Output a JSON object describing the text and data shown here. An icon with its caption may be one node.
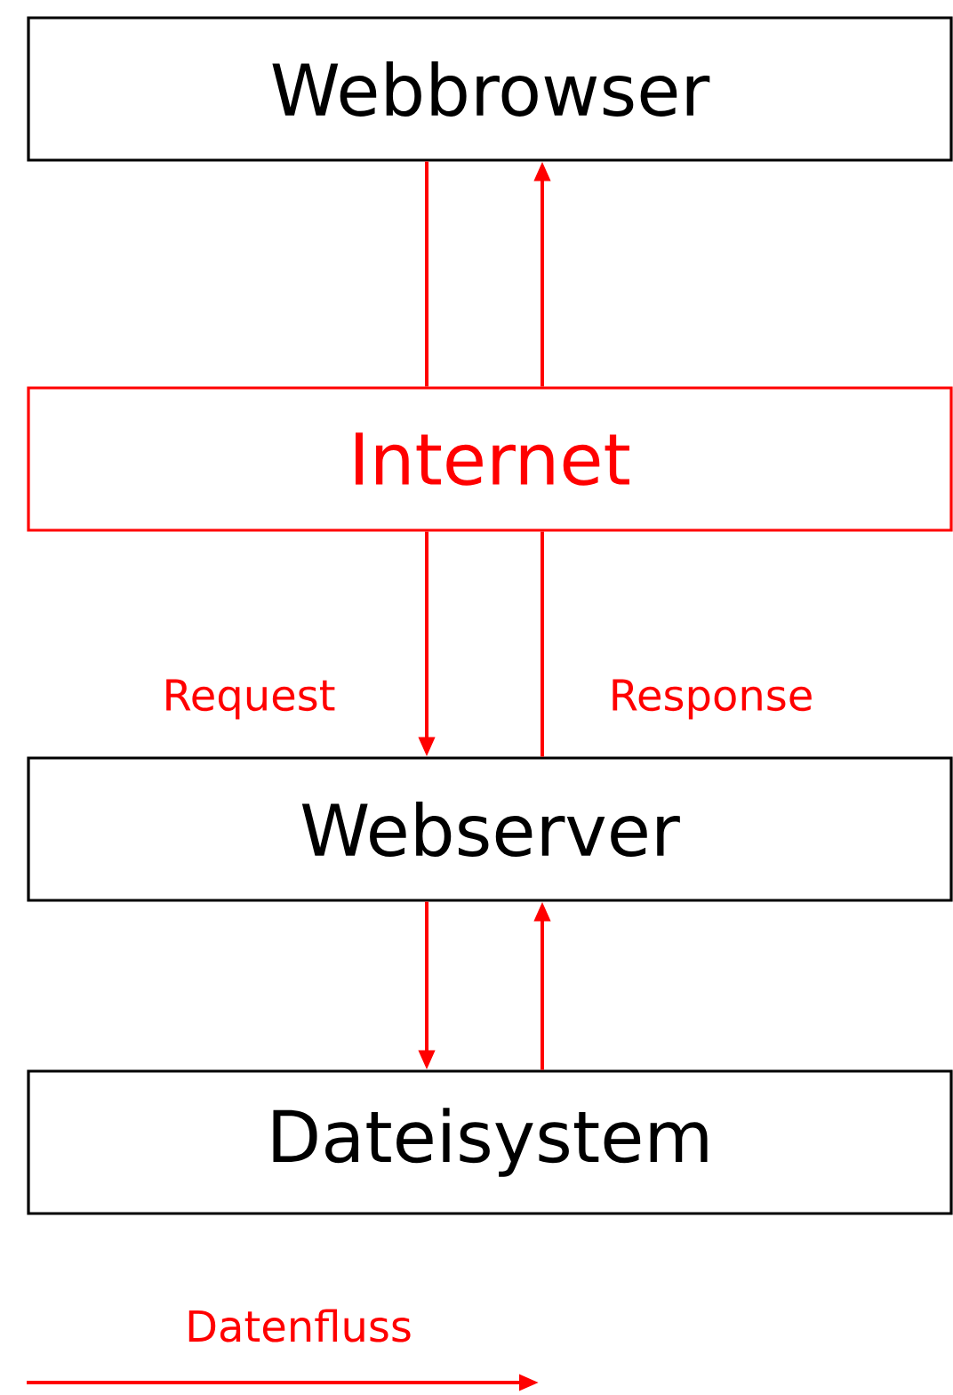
{
  "diagram": {
    "nodes": [
      {
        "text": [
          "Webbrowser"
        ]
      },
      {
        "text": [
          "Internet"
        ]
      },
      {
        "text": [
          "Webserver"
        ]
      },
      {
        "text": [
          "Dateisystem"
        ]
      }
    ],
    "edges": [
      {
        "from": 0,
        "to": 1,
        "arrow": "none"
      },
      {
        "from": 1,
        "to": 0,
        "arrow": "to"
      },
      {
        "from": 1,
        "to": 2,
        "arrow": "to",
        "label": "Request"
      },
      {
        "from": 2,
        "to": 1,
        "arrow": "none",
        "label": "Response"
      },
      {
        "from": 2,
        "to": 3,
        "arrow": "to"
      },
      {
        "from": 3,
        "to": 2,
        "arrow": "to"
      }
    ],
    "legend": [
      {
        "text": "Datenfluss"
      }
    ]
  }
}
